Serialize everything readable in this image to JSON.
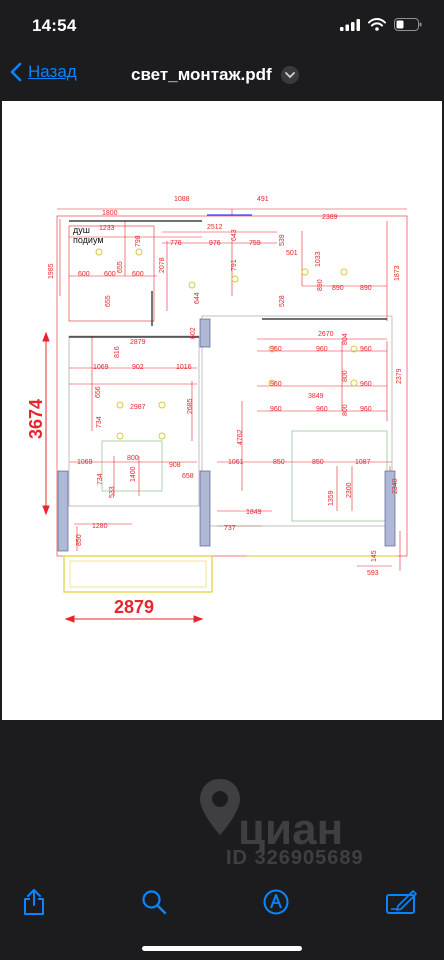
{
  "status": {
    "time": "14:54"
  },
  "nav": {
    "back_label": "Назад",
    "title": "свет_монтаж.pdf"
  },
  "plan": {
    "room_labels": [
      "душ",
      "подиум"
    ],
    "dimensions": {
      "d1800": "1800",
      "d1088": "1088",
      "d491": "491",
      "d2389": "2389",
      "d1233": "1233",
      "d2512": "2512",
      "d798": "798",
      "d776": "776",
      "d976": "976",
      "d643": "643",
      "d759": "759",
      "d539": "539",
      "d501": "501",
      "d1985": "1985",
      "d655a": "655",
      "d2078": "2078",
      "d791": "791",
      "d1033": "1033",
      "d1873": "1873",
      "d600a": "600",
      "d600b": "600",
      "d600c": "600",
      "d890a": "890",
      "d890b": "890",
      "d890c": "890",
      "d655b": "655",
      "d644": "644",
      "d528": "528",
      "d2670": "2670",
      "d2879a": "2879",
      "d602": "602",
      "d804": "804",
      "d816": "816",
      "d960a": "960",
      "d960b": "960",
      "d960c": "960",
      "d1069a": "1069",
      "d902": "902",
      "d1016": "1016",
      "d2379": "2379",
      "d3674": "3674",
      "d656": "656",
      "d960d": "960",
      "d800a": "800",
      "d960e": "960",
      "d2987": "2987",
      "d2685": "2685",
      "d3849": "3849",
      "d960f": "960",
      "d960g": "960",
      "d800b": "800",
      "d960h": "960",
      "d734a": "734",
      "d4762": "4762",
      "d800c": "800",
      "d1069b": "1069",
      "d908": "908",
      "d1061": "1061",
      "d850a": "850",
      "d850b": "850",
      "d1087": "1087",
      "d734b": "734",
      "d1400": "1400",
      "d658": "658",
      "d2340": "2340",
      "d533": "533",
      "d2300": "2300",
      "d1359": "1359",
      "d1849": "1849",
      "d1280": "1280",
      "d737": "737",
      "d850c": "850",
      "d145": "145",
      "d593": "593",
      "d2879b": "2879"
    }
  },
  "watermark": {
    "brand": "циан",
    "id": "ID 326905689"
  },
  "toolbar": {
    "share": "share-icon",
    "search": "search-icon",
    "markup": "markup-icon",
    "sign": "signature-icon"
  },
  "colors": {
    "accent": "#0a84ff",
    "background": "#1c1c1e",
    "dimension_red": "#e8242c"
  }
}
